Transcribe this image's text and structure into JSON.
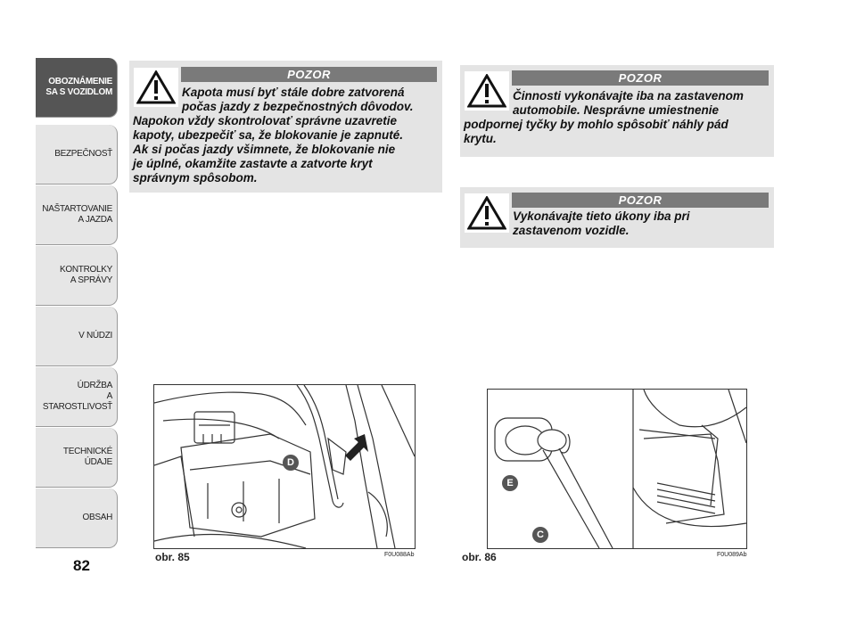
{
  "sidebar": {
    "tabs": [
      {
        "line1": "OBOZNÁMENIE",
        "line2": "SA S VOZIDLOM"
      },
      {
        "line1": "BEZPEČNOSŤ",
        "line2": ""
      },
      {
        "line1": "NAŠTARTOVANIE",
        "line2": "A JAZDA"
      },
      {
        "line1": "KONTROLKY",
        "line2": "A SPRÁVY"
      },
      {
        "line1": "V NÚDZI",
        "line2": ""
      },
      {
        "line1": "ÚDRŽBA",
        "line2": "A STAROSTLIVOSŤ"
      },
      {
        "line1": "TECHNICKÉ",
        "line2": "ÚDAJE"
      },
      {
        "line1": "OBSAH",
        "line2": ""
      }
    ],
    "active_tab": 0
  },
  "page_number": "82",
  "warnings": [
    {
      "heading": "POZOR",
      "first_lines": [
        "Kapota musí byť stále dobre zatvorená",
        "počas jazdy z bezpečnostných dôvodov."
      ],
      "rest_lines": [
        "Napokon vždy skontrolovať správne uzavretie",
        "kapoty, ubezpečiť sa, že blokovanie je zapnuté.",
        "Ak si počas jazdy všimnete, že blokovanie nie",
        "je úplné, okamžite zastavte a zatvorte kryt",
        "správnym spôsobom."
      ]
    },
    {
      "heading": "POZOR",
      "first_lines": [
        "Činnosti vykonávajte iba na zastavenom",
        "automobile. Nesprávne umiestnenie"
      ],
      "rest_lines": [
        "podpornej tyčky by mohlo spôsobiť náhly pád",
        "krytu."
      ]
    },
    {
      "heading": "POZOR",
      "first_lines": [
        "Vykonávajte tieto úkony iba pri",
        "zastavenom vozidle."
      ],
      "rest_lines": []
    }
  ],
  "figures": [
    {
      "caption": "obr. 85",
      "code": "F0U088Ab",
      "labels": [
        "D"
      ]
    },
    {
      "caption": "obr. 86",
      "code": "F0U089Ab",
      "labels": [
        "E",
        "C"
      ]
    }
  ],
  "icons": {
    "warning": "warning-triangle-icon",
    "arrow": "arrow-icon"
  }
}
